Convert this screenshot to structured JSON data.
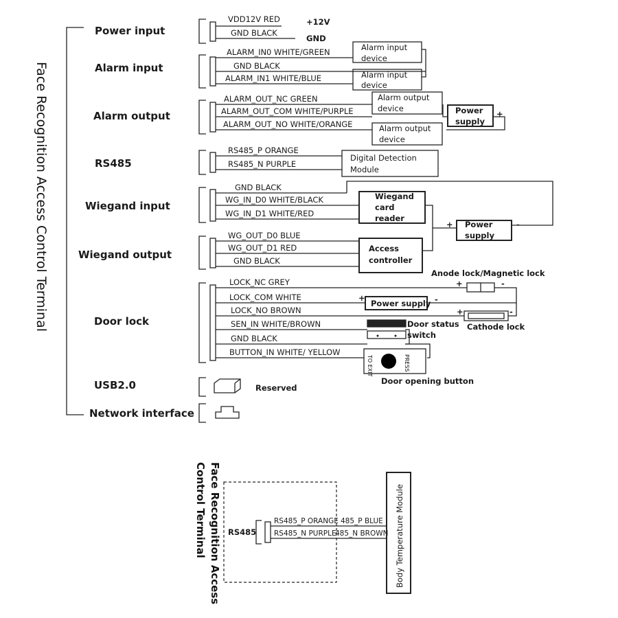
{
  "diagram_title": "Face Recognition Access Control Terminal",
  "sections": {
    "power_input": "Power input",
    "alarm_input": "Alarm input",
    "alarm_output": "Alarm output",
    "rs485": "RS485",
    "wiegand_input": "Wiegand input",
    "wiegand_output": "Wiegand output",
    "door_lock": "Door lock",
    "usb": "USB2.0",
    "network": "Network interface"
  },
  "wires": {
    "vdd12v": "VDD12V  RED",
    "gnd_power": "GND    BLACK",
    "alarm_in0": "ALARM_IN0  WHITE/GREEN",
    "gnd_alarm": "GND     BLACK",
    "alarm_in1": "ALARM_IN1  WHITE/BLUE",
    "alarm_out_nc": "ALARM_OUT_NC  GREEN",
    "alarm_out_com": "ALARM_OUT_COM  WHITE/PURPLE",
    "alarm_out_no": "ALARM_OUT_NO  WHITE/ORANGE",
    "rs485_p": "RS485_P   ORANGE",
    "rs485_n": "RS485_N   PURPLE",
    "gnd_wg_in": "GND   BLACK",
    "wg_in_d0": "WG_IN_D0   WHITE/BLACK",
    "wg_in_d1": "WG_IN_D1   WHITE/RED",
    "wg_out_d0": "WG_OUT_D0  BLUE",
    "wg_out_d1": "WG_OUT_D1   RED",
    "gnd_wg_out": "GND       BLACK",
    "lock_nc": "LOCK_NC   GREY",
    "lock_com": "LOCK_COM   WHITE",
    "lock_no": "LOCK_NO    BROWN",
    "sen_in": "SEN_IN     WHITE/BROWN",
    "gnd_lock": "GND       BLACK",
    "button_in": "BUTTON_IN  WHITE/ YELLOW"
  },
  "devices": {
    "plus12v": "+12V",
    "gnd_label": "GND",
    "alarm_input_device_line1": "Alarm input",
    "alarm_input_device_line2": "device",
    "alarm_output_device_line1": "Alarm output",
    "alarm_output_device_line2": "device",
    "power_supply_line1": "Power",
    "power_supply_line2": "supply",
    "digital_detection_line1": "Digital     Detection",
    "digital_detection_line2": "Module",
    "wiegand_reader_line1": "Wiegand",
    "wiegand_reader_line2": "card",
    "wiegand_reader_line3": "reader",
    "access_controller_line1": "Access",
    "access_controller_line2": "controller",
    "anode_lock": "Anode lock/Magnetic lock",
    "power_supply_single": "Power supply",
    "cathode_lock": "Cathode lock",
    "door_status_line1": "Door status",
    "door_status_line2": "switch",
    "door_button": "Door opening button",
    "to_exit": "TO EXIT",
    "press": "PRESS",
    "reserved": "Reserved",
    "plus": "+",
    "minus": "-"
  },
  "bottom": {
    "title_line1": "Face Recognition Access",
    "title_line2": "Control Terminal",
    "rs485": "RS485",
    "rs485_p": "RS485_P ORANGE",
    "rs485_n": "RS485_N PURPLE",
    "p485": "485_P  BLUE",
    "n485": "485_N  BROWN",
    "module": "Body Temperature Module"
  }
}
